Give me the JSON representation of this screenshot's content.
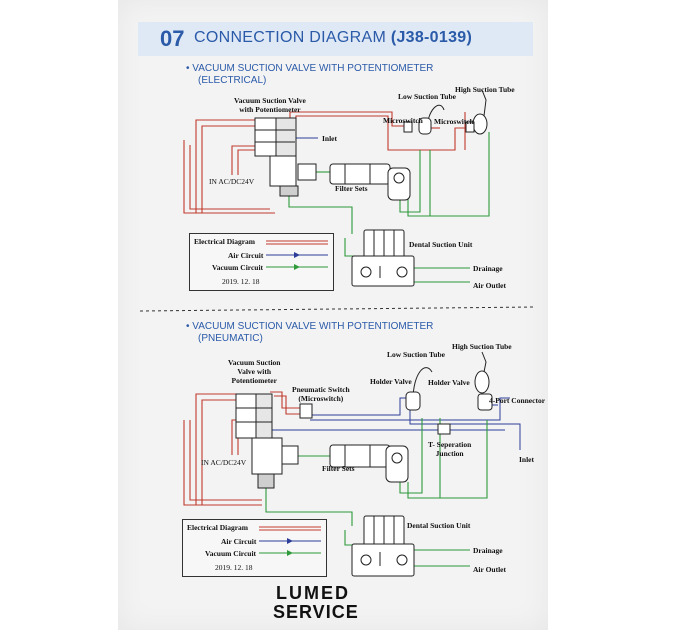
{
  "header": {
    "number": "07",
    "title": "CONNECTION DIAGRAM",
    "code": "(J38-0139)"
  },
  "colors": {
    "electrical": "#c0392b",
    "air": "#2c3e99",
    "vacuum": "#2e9a3a",
    "accent": "#2a5aa8"
  },
  "section1": {
    "subtitle_line1": "• VACUUM SUCTION VALVE WITH POTENTIOMETER",
    "subtitle_line2": "(ELECTRICAL)",
    "labels": {
      "valve_line1": "Vacuum Suction Valve",
      "valve_line2": "with Potentiometer",
      "low_tube": "Low Suction Tube",
      "high_tube": "High Suction Tube",
      "microswitch_left": "Microswitch",
      "microswitch_right": "Microswitch",
      "inlet": "Inlet",
      "power": "IN AC/DC24V",
      "filter": "Filter Sets",
      "dsu": "Dental Suction Unit",
      "drainage": "Drainage",
      "air_outlet": "Air Outlet"
    },
    "legend": {
      "electrical": "Electrical Diagram",
      "air": "Air Circuit",
      "vacuum": "Vacuum Circuit",
      "date": "2019. 12. 18"
    }
  },
  "section2": {
    "subtitle_line1": "• VACUUM SUCTION VALVE WITH POTENTIOMETER",
    "subtitle_line2": "(PNEUMATIC)",
    "labels": {
      "valve_line1": "Vacuum Suction",
      "valve_line2": "Valve with",
      "valve_line3": "Potentiometer",
      "pneu_line1": "Pneumatic  Switch",
      "pneu_line2": "(Microswitch)",
      "low_tube": "Low Suction Tube",
      "high_tube": "High Suction Tube",
      "holder_left": "Holder Valve",
      "holder_right": "Holder Valve",
      "connector": "4-Port Connector",
      "tsep_line1": "T- Seperation",
      "tsep_line2": "Junction",
      "inlet": "Inlet",
      "power": "IN AC/DC24V",
      "filter": "Filter Sets",
      "dsu": "Dental Suction Unit",
      "drainage": "Drainage",
      "air_outlet": "Air Outlet"
    },
    "legend": {
      "electrical": "Electrical Diagram",
      "air": "Air Circuit",
      "vacuum": "Vacuum Circuit",
      "date": "2019. 12. 18"
    }
  },
  "logo": {
    "line1": "LUMED",
    "line2": "SERVICE"
  }
}
